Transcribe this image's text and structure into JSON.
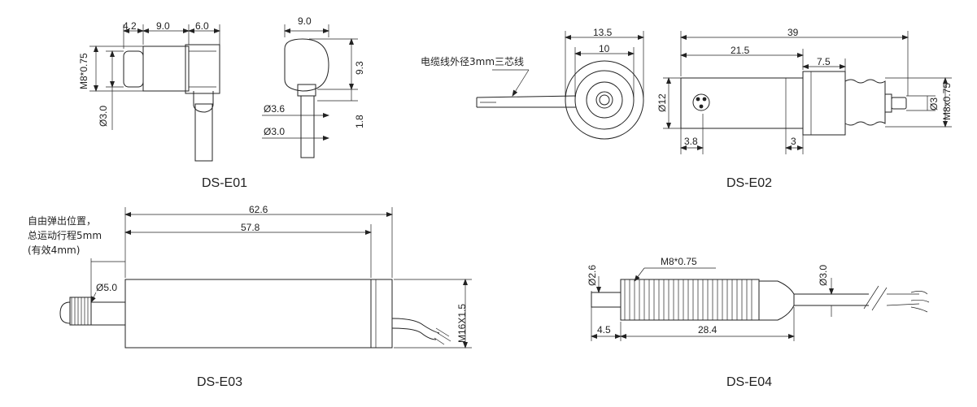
{
  "colors": {
    "line": "#222222",
    "body_fill": "#d9d9d9",
    "body_shade": "#bdbdbd",
    "background": "#ffffff"
  },
  "figures": [
    {
      "id": "e01",
      "caption": "DS-E01",
      "dims": {
        "d1": "4.2",
        "d2": "9.0",
        "d3": "6.0",
        "d4": "M8*0.75",
        "d5": "Ø3.0"
      },
      "side_dims": {
        "d1": "9.0",
        "d2": "9.3",
        "d3": "Ø3.6",
        "d4": "1.8",
        "d5": "Ø3.0"
      }
    },
    {
      "id": "e02",
      "caption": "DS-E02",
      "cable_note": "电缆线外径3mm三芯线",
      "front_dims": {
        "d1": "13.5",
        "d2": "10"
      },
      "side_dims": {
        "d1": "39",
        "d2": "21.5",
        "d3": "7.5",
        "d4": "Ø12",
        "d5": "Ø3",
        "d6": "M8x0.75",
        "d7": "3.8",
        "d8": "3"
      }
    },
    {
      "id": "e03",
      "caption": "DS-E03",
      "note_lines": [
        "自由弹出位置，",
        "总运动行程5mm",
        "(有效4mm)"
      ],
      "dims": {
        "d1": "62.6",
        "d2": "57.8",
        "d3": "Ø5.0",
        "d4": "M16X1.5"
      }
    },
    {
      "id": "e04",
      "caption": "DS-E04",
      "dims": {
        "d1": "M8*0.75",
        "d2": "Ø2.6",
        "d3": "Ø3.0",
        "d4": "4.5",
        "d5": "28.4"
      }
    }
  ]
}
